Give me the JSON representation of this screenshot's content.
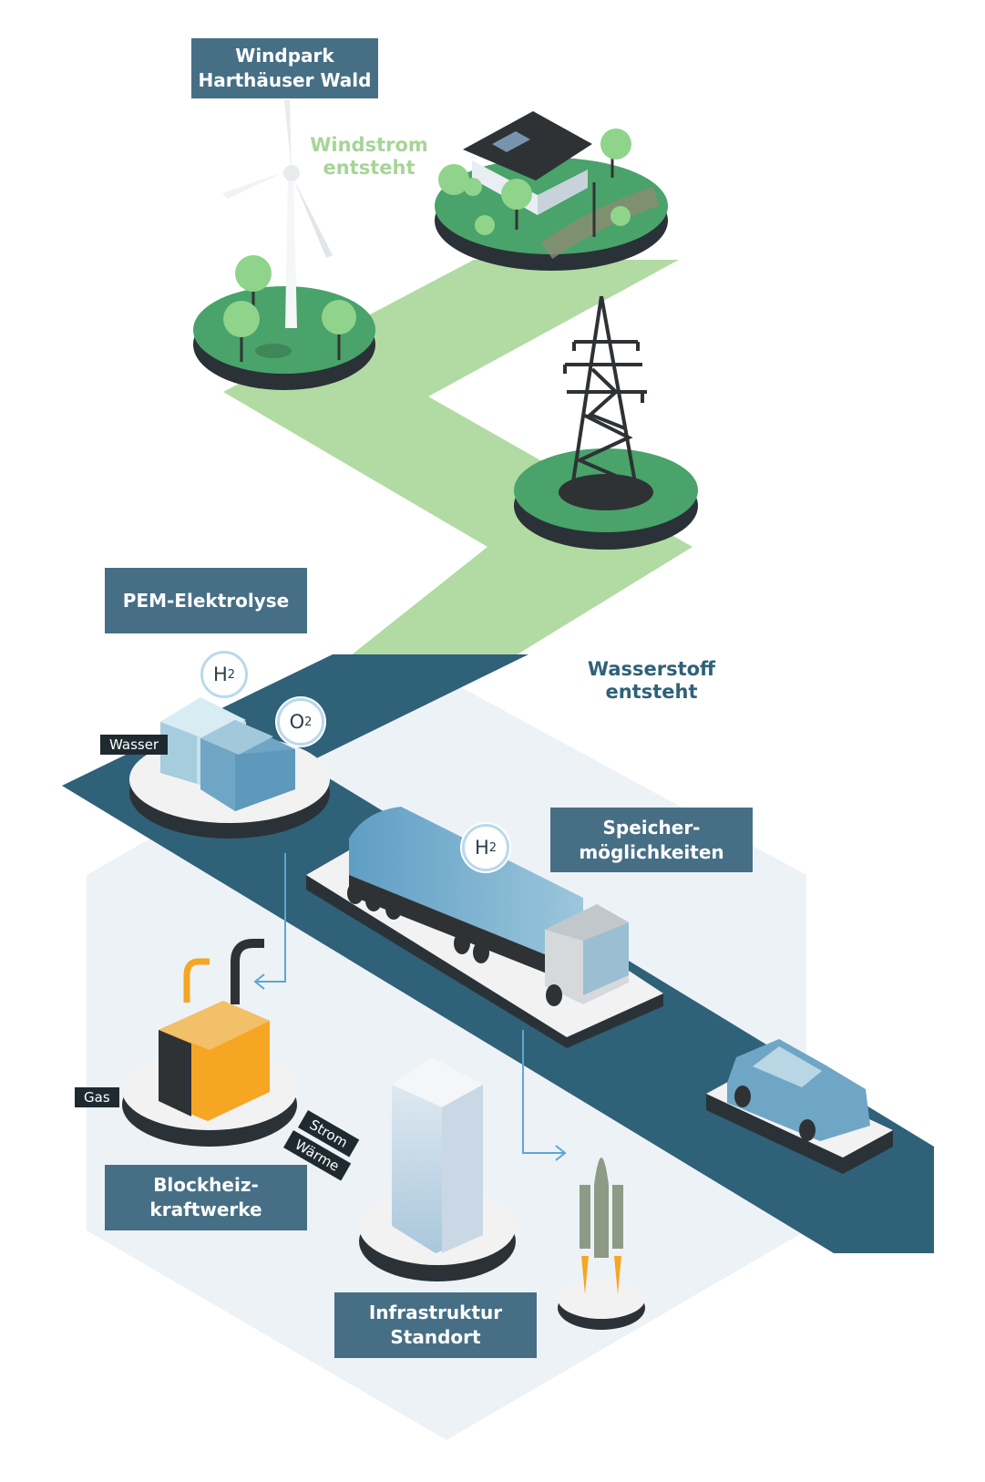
{
  "labels": {
    "windpark": [
      "Windpark",
      "Harthäuser Wald"
    ],
    "windstrom": [
      "Windstrom",
      "entsteht"
    ],
    "pem": "PEM-Elektrolyse",
    "wasserstoff": [
      "Wasserstoff",
      "entsteht"
    ],
    "speicher": [
      "Speicher-",
      "möglichkeiten"
    ],
    "bhkw": [
      "Blockheiz-",
      "kraftwerke"
    ],
    "infrastruktur": [
      "Infrastruktur",
      "Standort"
    ]
  },
  "tags": {
    "wasser": "Wasser",
    "gas": "Gas",
    "strom": "Strom",
    "waerme": "Wärme"
  },
  "chem": {
    "h2_electrolyser": "H",
    "o2": "O",
    "h2_truck": "H",
    "sub": "2"
  },
  "colors": {
    "green_path": "#b1dba3",
    "dark_path": "#2f6178",
    "box": "#466f86",
    "green_text": "#a6d596",
    "blue_text": "#2f6178",
    "ground": "#edf2f7"
  },
  "icons": [
    "wind-turbine-icon",
    "house-icon",
    "power-pylon-icon",
    "electrolyser-icon",
    "hydrogen-truck-icon",
    "car-icon",
    "chp-unit-icon",
    "office-tower-icon",
    "rocket-icon"
  ]
}
